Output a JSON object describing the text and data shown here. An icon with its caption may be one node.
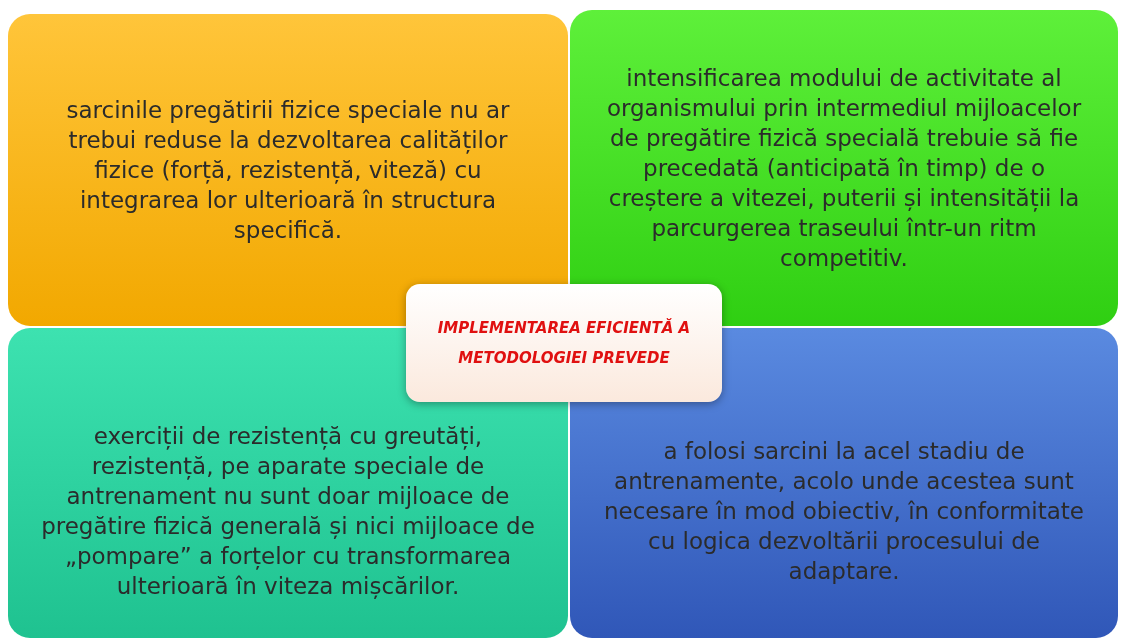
{
  "diagram": {
    "nodes": [
      {
        "text": [
          "sarcinile pregătirii fizice speciale nu ar trebui reduse la dezvoltarea calităților fizice (forță, rezistență, viteză) cu integrarea lor ulterioară în structura specifică."
        ]
      },
      {
        "text": [
          "intensificarea modului de activitate al organismului prin intermediul mijloacelor de pregătire fizică specială trebuie să fie precedată (anticipată în timp) de o creștere a vitezei, puterii și intensității la parcurgerea traseului într-un ritm competitiv."
        ]
      },
      {
        "text": [
          "IMPLEMENTAREA EFICIENTĂ A METODOLOGIEI PREVEDE"
        ]
      },
      {
        "text": [
          "exerciții de rezistență cu greutăți, rezistență, pe aparate speciale de antrenament nu sunt doar mijloace de pregătire fizică generală și nici mijloace de „pompare” a forțelor cu transformarea ulterioară în viteza mișcărilor."
        ]
      },
      {
        "text": [
          "a folosi sarcini la acel stadiu de antrenamente, acolo unde acestea sunt necesare în mod obiectiv, în conformitate cu logica dezvoltării procesului de adaptare."
        ]
      }
    ]
  }
}
